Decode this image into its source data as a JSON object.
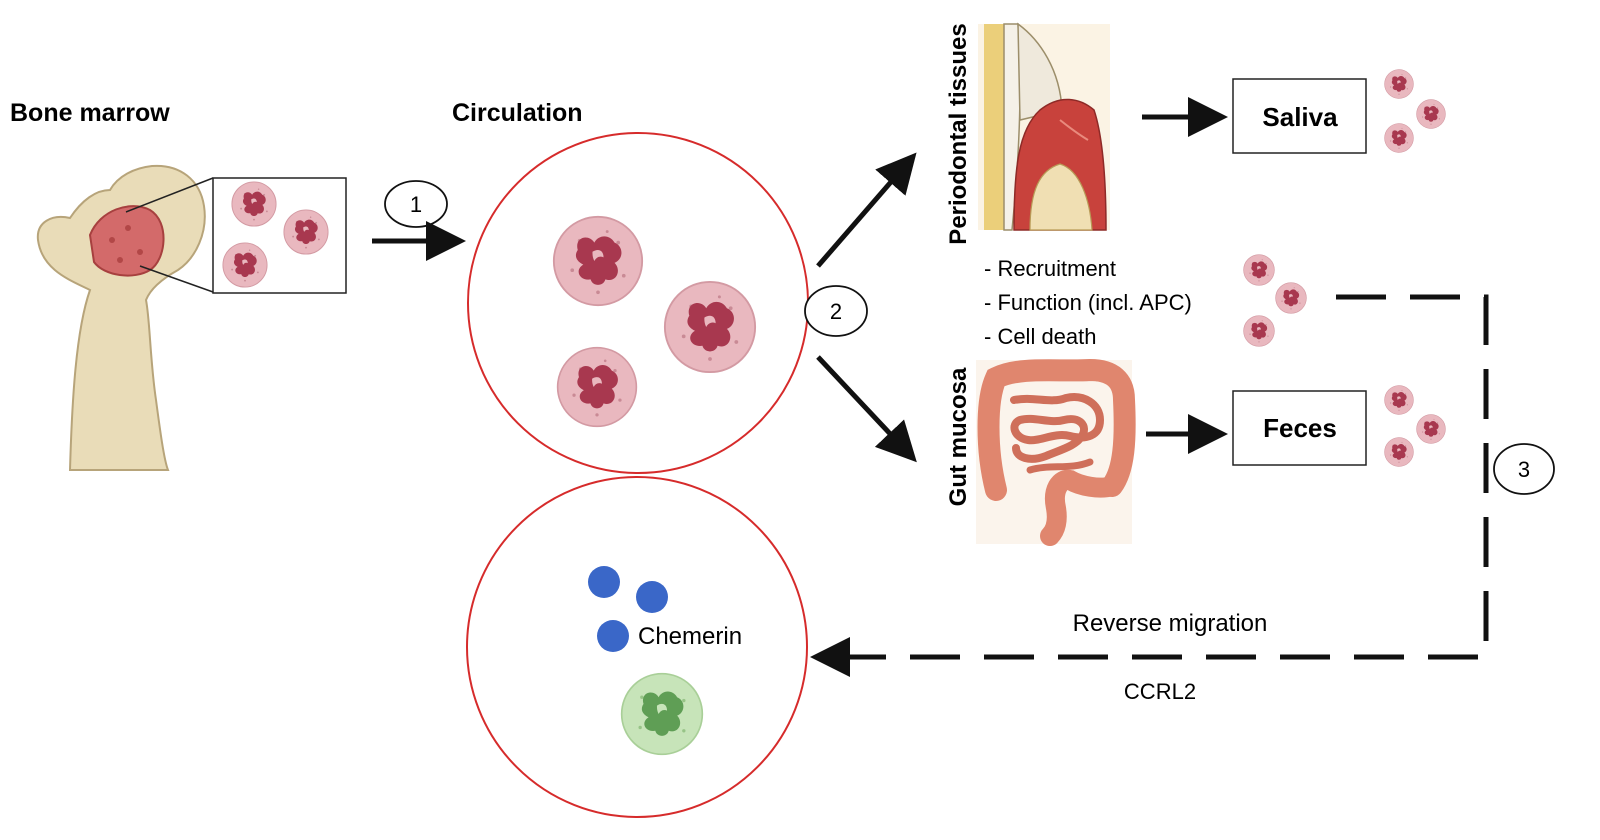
{
  "labels": {
    "bone_marrow": "Bone marrow",
    "circulation": "Circulation",
    "periodontal": "Periodontal tissues",
    "gut": "Gut mucosa",
    "saliva": "Saliva",
    "feces": "Feces",
    "chemerin": "Chemerin",
    "reverse_migration": "Reverse migration",
    "ccrl2": "CCRL2"
  },
  "steps": [
    "1",
    "2",
    "3"
  ],
  "functions": [
    "- Recruitment",
    "- Function (incl. APC)",
    "- Cell death"
  ],
  "colors": {
    "neutrophil_fill": "#e9b8bf",
    "neutrophil_nucleus": "#a8384f",
    "green_cell_fill": "#bfe0b0",
    "green_cell_nucleus": "#5f9e55",
    "chemerin_dot": "#3a67c8",
    "circle_outline": "#d62b2b",
    "arrow": "#111111",
    "bone": "#e9dcb8",
    "marrow": "#d36a6a",
    "gum": "#c8423c",
    "intestine": "#e0866e"
  },
  "icons": [
    "neutrophil-icon",
    "femur-icon",
    "periodontium-icon",
    "intestine-icon",
    "chemerin-dot-icon"
  ]
}
